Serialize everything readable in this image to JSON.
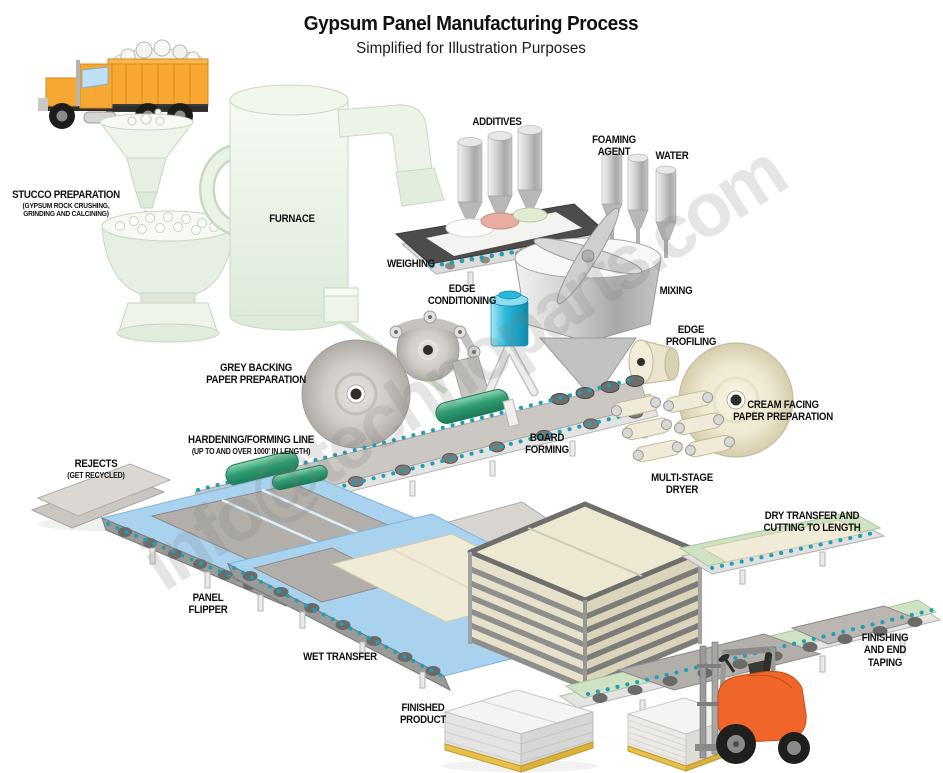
{
  "header": {
    "title": "Gypsum Panel Manufacturing Process",
    "subtitle": "Simplified for Illustration Purposes"
  },
  "watermark": {
    "text": "info@technoparts.com"
  },
  "labels": {
    "stucco": {
      "text": "STUCCO PREPARATION",
      "sub": "(GYPSUM ROCK CRUSHING,\nGRINDING AND CALCINING)"
    },
    "furnace": {
      "text": "FURNACE"
    },
    "additives": {
      "text": "ADDITIVES"
    },
    "foaming_agent": {
      "text": "FOAMING\nAGENT"
    },
    "water": {
      "text": "WATER"
    },
    "weighing": {
      "text": "WEIGHING"
    },
    "mixing": {
      "text": "MIXING"
    },
    "edge_conditioning": {
      "text": "EDGE\nCONDITIONING"
    },
    "edge_profiling": {
      "text": "EDGE\nPROFILING"
    },
    "grey_backing": {
      "text": "GREY BACKING\nPAPER PREPARATION"
    },
    "cream_facing": {
      "text": "CREAM FACING\nPAPER PREPARATION"
    },
    "hardening_forming_line": {
      "text": "HARDENING/FORMING LINE",
      "sub": "(UP TO AND OVER 1000' IN LENGTH)"
    },
    "board_forming": {
      "text": "BOARD\nFORMING"
    },
    "rejects": {
      "text": "REJECTS",
      "sub": "(GET RECYCLED)"
    },
    "multi_stage_dryer": {
      "text": "MULTI-STAGE\nDRYER"
    },
    "dry_transfer": {
      "text": "DRY TRANSFER AND\nCUTTING TO LENGTH"
    },
    "panel_flipper": {
      "text": "PANEL\nFLIPPER"
    },
    "wet_transfer": {
      "text": "WET TRANSFER"
    },
    "finishing": {
      "text": "FINISHING\nAND END TAPING"
    },
    "finished_product": {
      "text": "FINISHED\nPRODUCT"
    }
  },
  "colors": {
    "truck_orange": "#F6A832",
    "furnace_mint": "#EDF3E8",
    "metal_gray": "#C8C8C6",
    "belt_dark": "#4C4C4A",
    "edge_conditioning_cyan": "#2AB8D9",
    "roller_green": "#2F9D74",
    "conveyor_blue": "#A9D2EE",
    "board_cream": "#EFEBD6",
    "dryer_frame_gray": "#8E8E8C",
    "transfer_green": "#CFE2C4",
    "pallet_yellow": "#E8C14A",
    "forklift_orange": "#F0662A",
    "dot_teal": "#1F9FB8",
    "label_black": "#111111"
  }
}
